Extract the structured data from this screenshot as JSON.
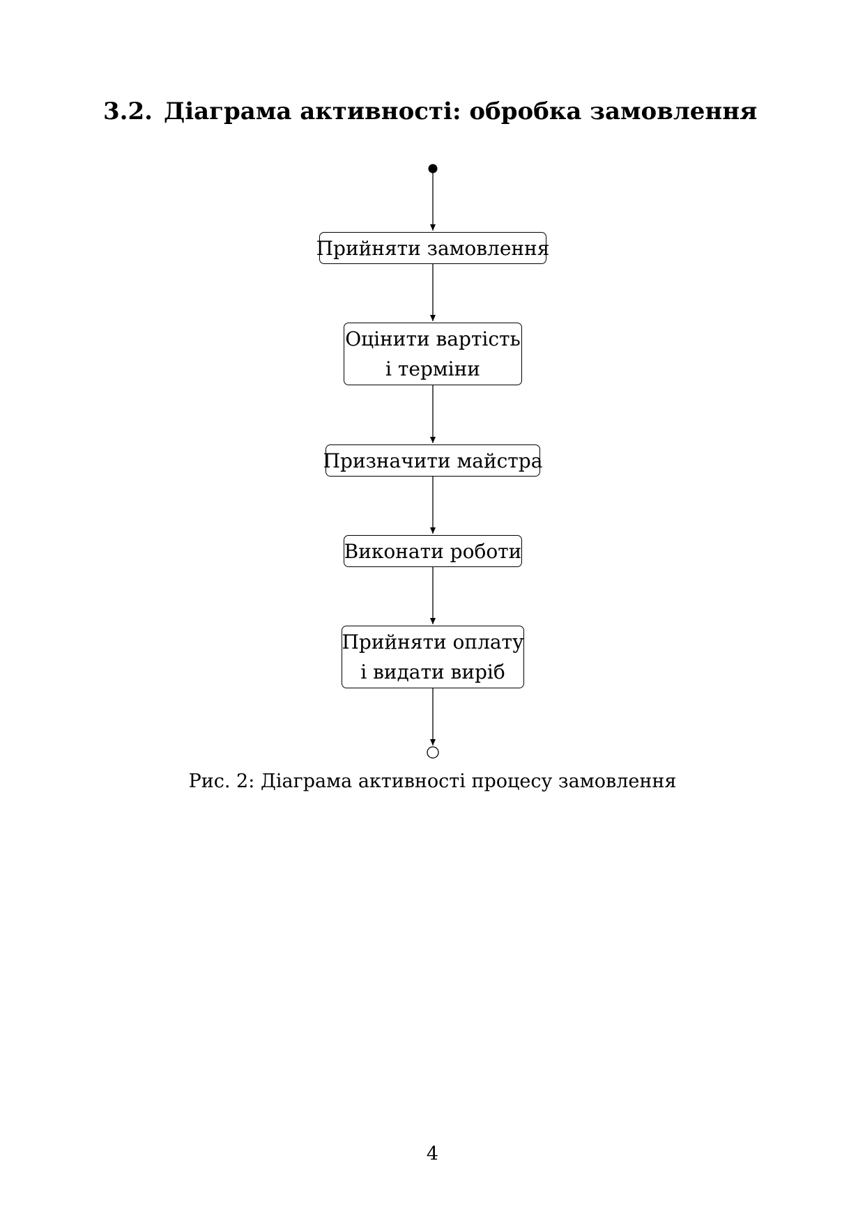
{
  "section": {
    "number": "3.2.",
    "title": "Діаграма активності: обробка замовлення"
  },
  "diagram": {
    "nodes": [
      {
        "id": "receive-order",
        "lines": [
          "Прийняти замовлення"
        ]
      },
      {
        "id": "estimate-cost",
        "lines": [
          "Оцінити вартість",
          "і терміни"
        ]
      },
      {
        "id": "assign-master",
        "lines": [
          "Призначити майстра"
        ]
      },
      {
        "id": "perform-work",
        "lines": [
          "Виконати роботи"
        ]
      },
      {
        "id": "accept-payment",
        "lines": [
          "Прийняти оплату",
          "і видати виріб"
        ]
      }
    ]
  },
  "caption": {
    "label": "Рис. 2:",
    "text": "Діаграма активності процесу замовлення"
  },
  "page_number": "4"
}
